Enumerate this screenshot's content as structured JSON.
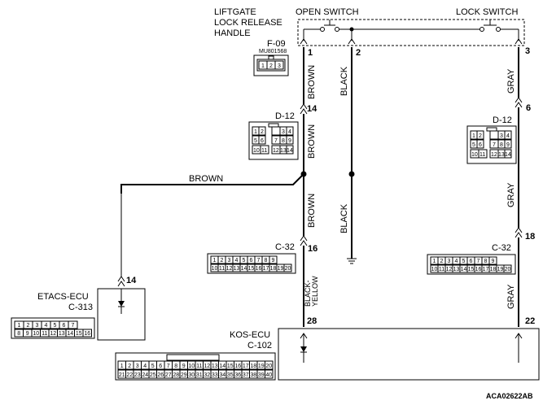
{
  "header": {
    "component_line1": "LIFTGATE",
    "component_line2": "LOCK RELEASE",
    "component_line3": "HANDLE",
    "open_switch": "OPEN SWITCH",
    "lock_switch": "LOCK SWITCH"
  },
  "pins": {
    "handle_1": "1",
    "handle_2": "2",
    "handle_3": "3",
    "d12_left": "14",
    "d12_right": "6",
    "c32_left": "16",
    "c32_right": "18",
    "etacs": "14",
    "kos_left": "28",
    "kos_right": "22"
  },
  "wires": {
    "brown": "BROWN",
    "black": "BLACK",
    "gray": "GRAY",
    "black_yellow_1": "BLACK-",
    "black_yellow_2": "YELLOW"
  },
  "connectors": {
    "f09": {
      "name": "F-09",
      "part": "MU801568",
      "cells": [
        "1",
        "2",
        "3"
      ]
    },
    "d12_left": {
      "name": "D-12",
      "cells": [
        "1",
        "2",
        "3",
        "4",
        "5",
        "6",
        "7",
        "8",
        "9",
        "10",
        "11",
        "12",
        "13",
        "14"
      ]
    },
    "d12_right": {
      "name": "D-12",
      "cells": [
        "1",
        "2",
        "3",
        "4",
        "5",
        "6",
        "7",
        "8",
        "9",
        "10",
        "11",
        "12",
        "13",
        "14"
      ]
    },
    "c32_left": {
      "name": "C-32",
      "row1": [
        "1",
        "2",
        "3",
        "4",
        "5",
        "6",
        "7",
        "8",
        "9"
      ],
      "row2": [
        "10",
        "11",
        "12",
        "13",
        "14",
        "15",
        "16",
        "17",
        "18",
        "19",
        "20"
      ]
    },
    "c32_right": {
      "name": "C-32",
      "row1": [
        "1",
        "2",
        "3",
        "4",
        "5",
        "6",
        "7",
        "8",
        "9"
      ],
      "row2": [
        "10",
        "11",
        "12",
        "13",
        "14",
        "15",
        "16",
        "17",
        "18",
        "19",
        "20"
      ]
    },
    "c313": {
      "row1": [
        "1",
        "2",
        "3",
        "4",
        "5",
        "6",
        "7"
      ],
      "row2": [
        "8",
        "9",
        "10",
        "11",
        "12",
        "13",
        "14",
        "15",
        "16"
      ]
    },
    "c102": {
      "row1": [
        "1",
        "2",
        "3",
        "4",
        "5",
        "6",
        "7",
        "8",
        "9",
        "10",
        "11",
        "12",
        "13",
        "14",
        "15",
        "16",
        "17",
        "18",
        "19",
        "20"
      ],
      "row2": [
        "21",
        "22",
        "23",
        "24",
        "25",
        "26",
        "27",
        "28",
        "29",
        "30",
        "31",
        "32",
        "33",
        "34",
        "35",
        "36",
        "37",
        "38",
        "39",
        "40"
      ]
    }
  },
  "ecus": {
    "etacs_name": "ETACS-ECU",
    "etacs_conn": "C-313",
    "kos_name": "KOS-ECU",
    "kos_conn": "C-102"
  },
  "footer": {
    "code": "ACA02622AB"
  }
}
